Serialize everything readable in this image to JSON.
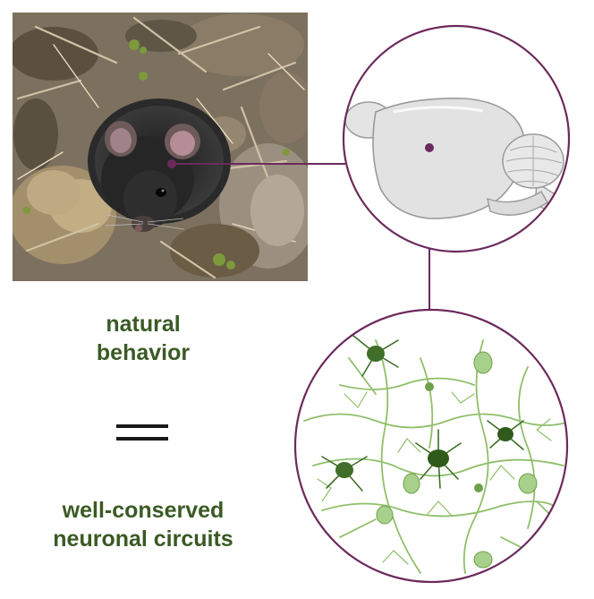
{
  "left_panel": {
    "photo_subject": "mouse-emerging-from-burrow-photo",
    "label_top": [
      "natural",
      "behavior"
    ],
    "equals_sign": "=",
    "label_bottom": [
      "well-conserved",
      "neuronal circuits"
    ]
  },
  "right_panel": {
    "brain_illustration": "mouse-brain-icon",
    "neurons_illustration": "neuron-network-icon"
  },
  "colors": {
    "connector": "#6b2a5c",
    "label_text": "#3a5a24",
    "neuron_light": "#8fbf6a",
    "neuron_dark": "#2f5a1c",
    "brain_fill": "#e2e2e2",
    "brain_stroke": "#9a9a9a"
  }
}
